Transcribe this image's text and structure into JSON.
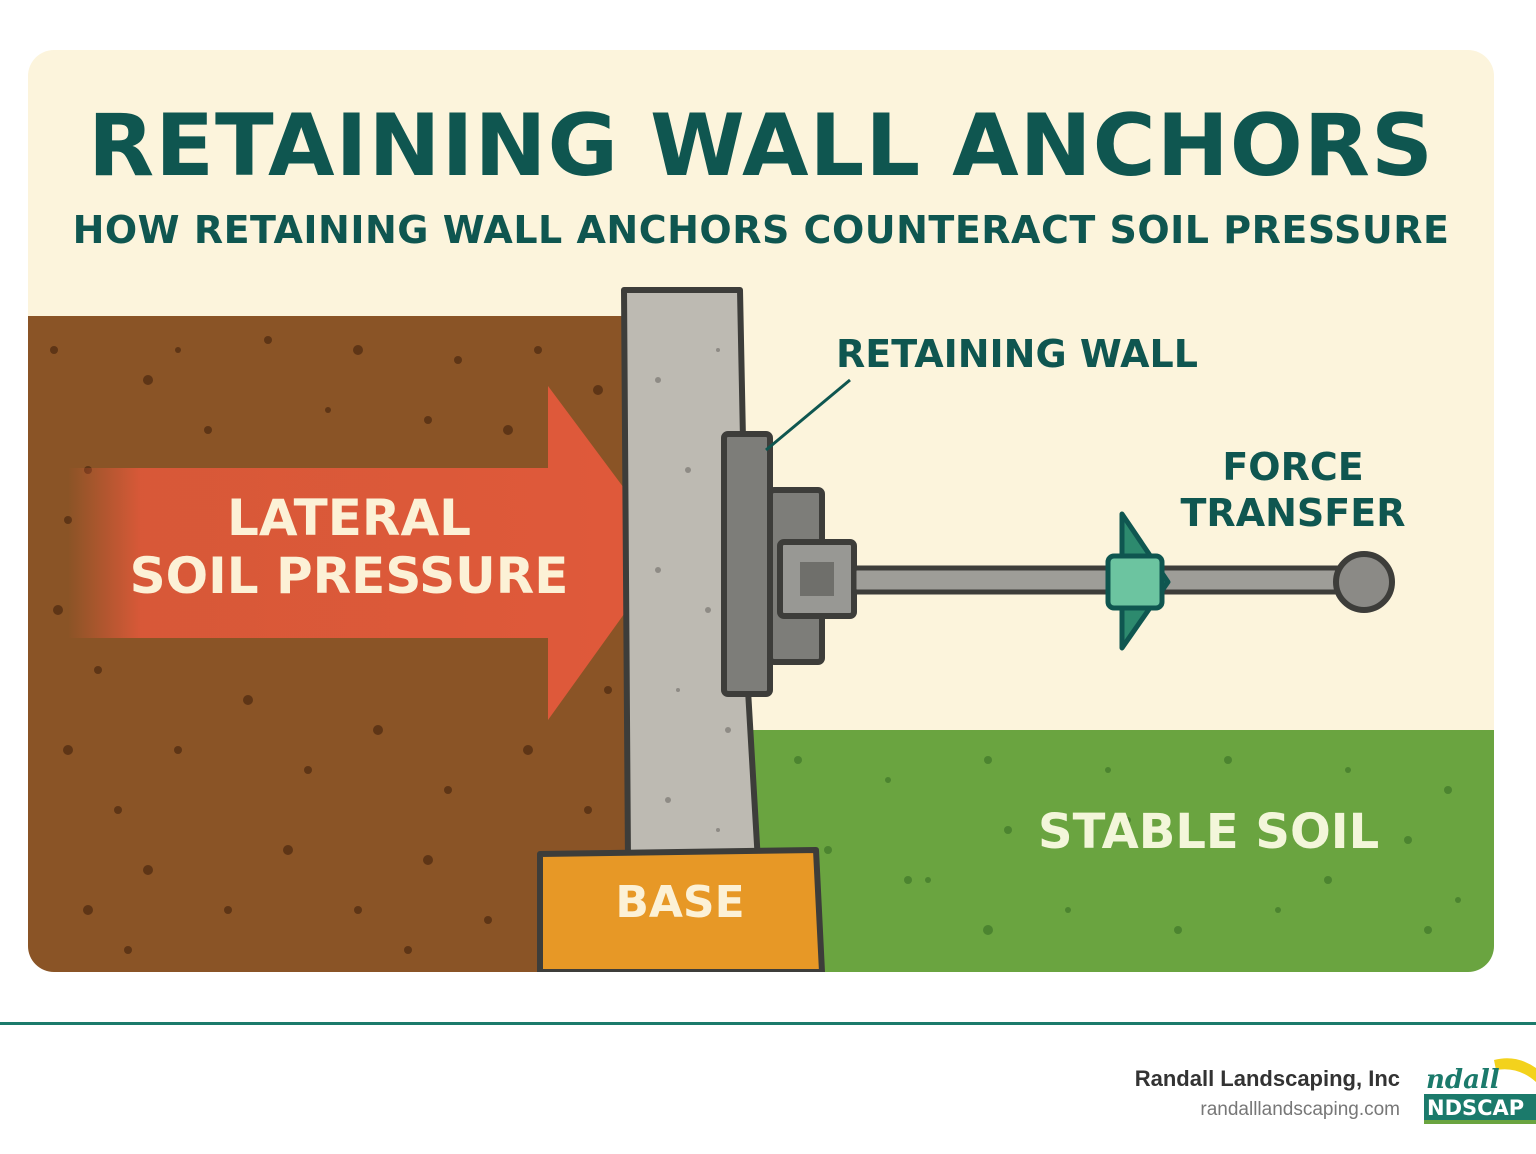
{
  "title": "RETAINING WALL ANCHORS",
  "subtitle": "HOW RETAINING WALL ANCHORS COUNTERACT SOIL PRESSURE",
  "labels": {
    "lateral_pressure_line1": "LATERAL",
    "lateral_pressure_line2": "SOIL PRESSURE",
    "retaining_wall": "RETAINING WALL",
    "force_transfer_line1": "FORCE",
    "force_transfer_line2": "TRANSFER",
    "stable_soil": "STABLE SOIL",
    "base": "BASE"
  },
  "footer": {
    "company": "Randall Landscaping, Inc",
    "website": "randalllandscaping.com",
    "logo_text_top": "ndall",
    "logo_text_bottom": "NDSCAP"
  },
  "colors": {
    "background": "#fcf4dc",
    "title": "#0f5650",
    "soil_left": "#8a5426",
    "stable_soil": "#6aa440",
    "arrow": "#e0593a",
    "wall": "#bdbab2",
    "base": "#e79826",
    "anchor_plate": "#7d7d79",
    "force_arrow": "#2d8a6e",
    "footer_line": "#1b7a6b"
  }
}
